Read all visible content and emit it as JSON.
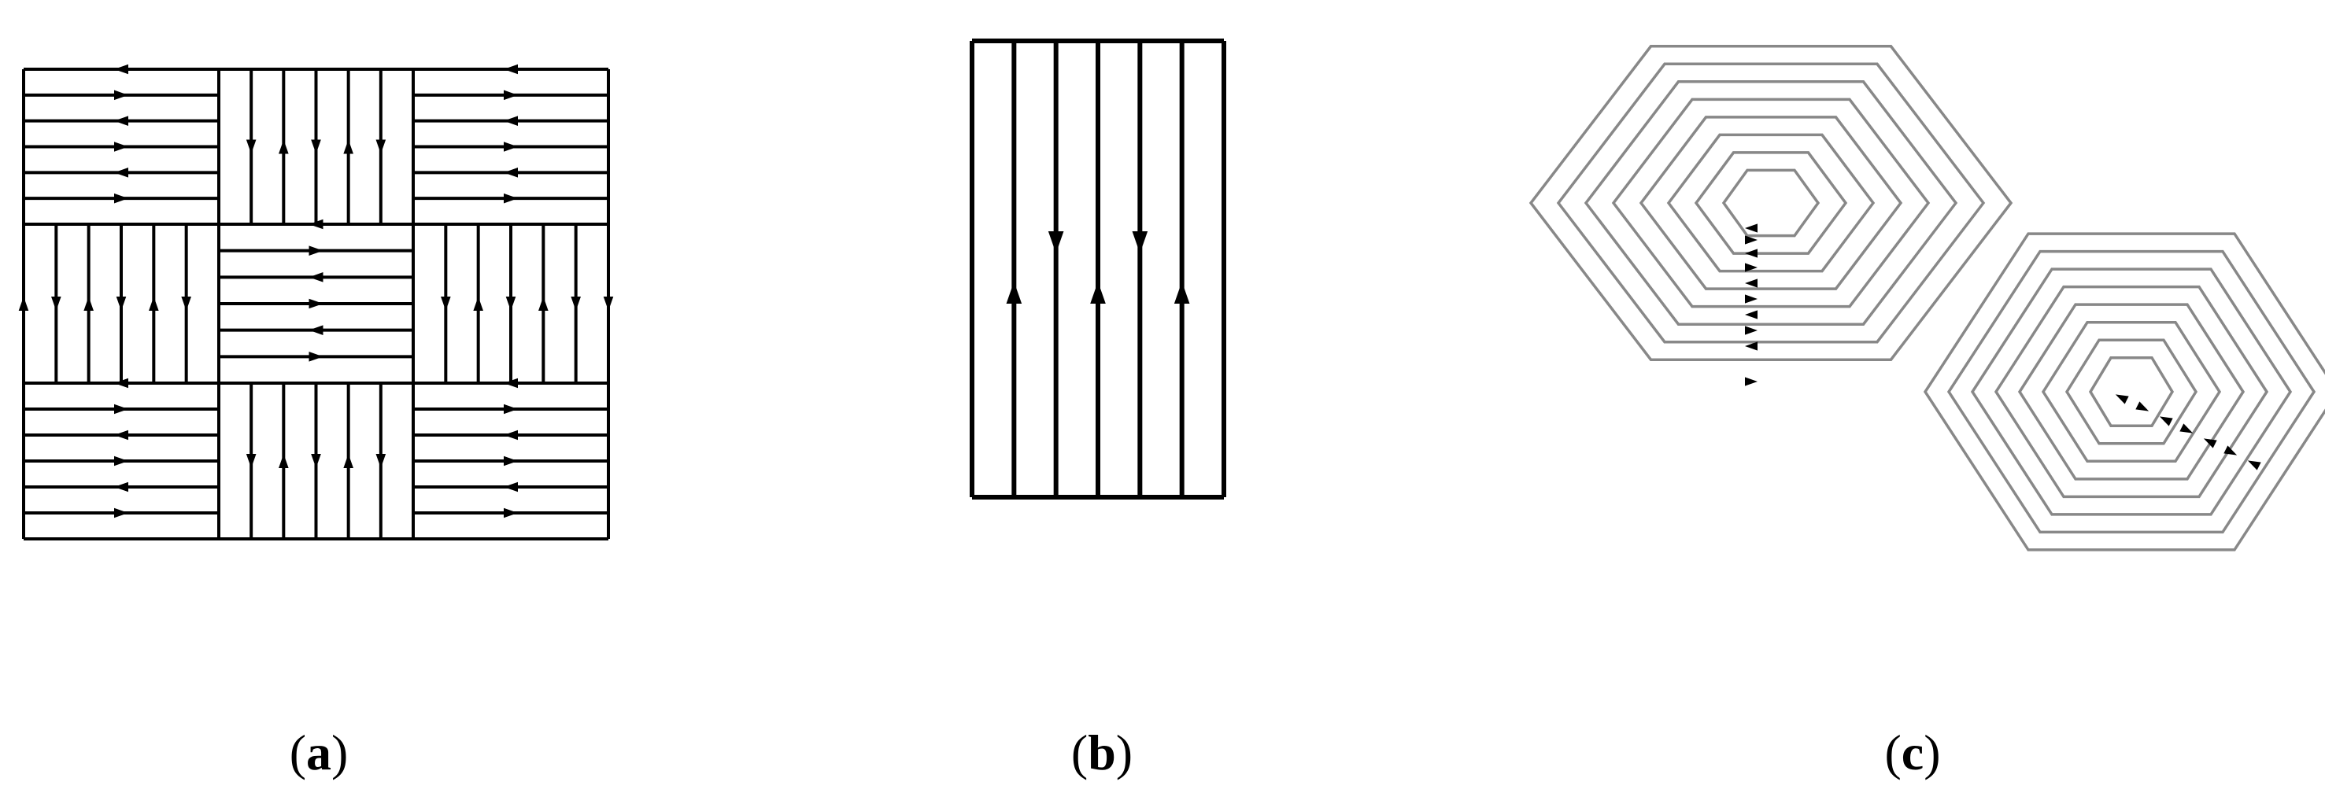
{
  "figure": {
    "panels": [
      {
        "key": "a",
        "caption_open": "(",
        "caption_letter": "a",
        "caption_close": ")",
        "pattern": "checkerboard-raster-scan"
      },
      {
        "key": "b",
        "caption_open": "(",
        "caption_letter": "b",
        "caption_close": ")",
        "pattern": "zigzag-line-scan"
      },
      {
        "key": "c",
        "caption_open": "(",
        "caption_letter": "c",
        "caption_close": ")",
        "pattern": "hexagonal-contour-scan"
      }
    ],
    "colors": {
      "line": "#000000",
      "contour": "#888888",
      "background": "#ffffff"
    }
  }
}
